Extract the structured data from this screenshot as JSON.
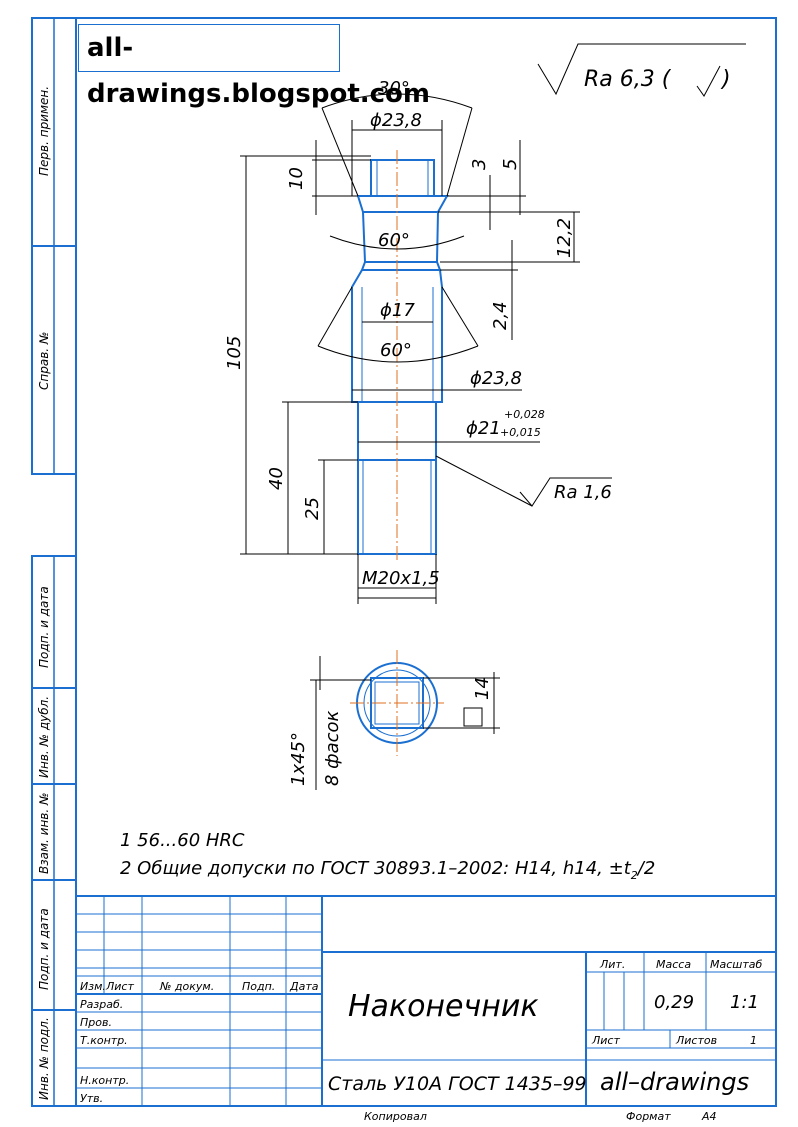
{
  "watermark": "all-drawings.blogspot.com",
  "roughness_general": "Ra 6,3 (",
  "roughness_general_close": ")",
  "dims": {
    "angle_top": "30°",
    "dia_head": "ϕ23,8",
    "h10": "10",
    "h3": "3",
    "h5": "5",
    "angle_60a": "60°",
    "h12_2": "12,2",
    "dia17": "ϕ17",
    "h2_4": "2,4",
    "angle_60b": "60°",
    "dia_body": "ϕ23,8",
    "dia21": "ϕ21",
    "tol_upper": "+0,028",
    "tol_lower": "+0,015",
    "ra16": "Ra 1,6",
    "len105": "105",
    "len40": "40",
    "len25": "25",
    "thread": "M20x1,5",
    "square14": "14",
    "chamfer1": "1x45°",
    "chamfer2": "8 фасок"
  },
  "notes": [
    "1  56...60 HRC",
    "2  Общие допуски по ГОСТ 30893.1–2002: H14, h14, ±t",
    "2",
    "/2"
  ],
  "sidebar": {
    "perv_primen": "Перв. примен.",
    "sprav": "Справ. №",
    "podp_data1": "Подп. и дата",
    "inv_dubl": "Инв. № дубл.",
    "vzam_inv": "Взам. инв. №",
    "podp_data2": "Подп. и дата",
    "inv_podl": "Инв. № подл."
  },
  "title_block": {
    "cols": [
      "Изм.",
      "Лист",
      "№ докум.",
      "Подп.",
      "Дата"
    ],
    "roles": [
      "Разраб.",
      "Пров.",
      "Т.контр.",
      "Н.контр.",
      "Утв."
    ],
    "name": "Наконечник",
    "material": "Сталь У10А ГОСТ 1435–99",
    "lit": "Лит.",
    "massa": "Масса",
    "masshtab": "Масштаб",
    "mass_value": "0,29",
    "scale_value": "1:1",
    "list": "Лист",
    "listov": "Листов",
    "listov_value": "1",
    "company": "all–drawings",
    "kopiroval": "Копировал",
    "format": "Формат",
    "format_value": "А4"
  }
}
